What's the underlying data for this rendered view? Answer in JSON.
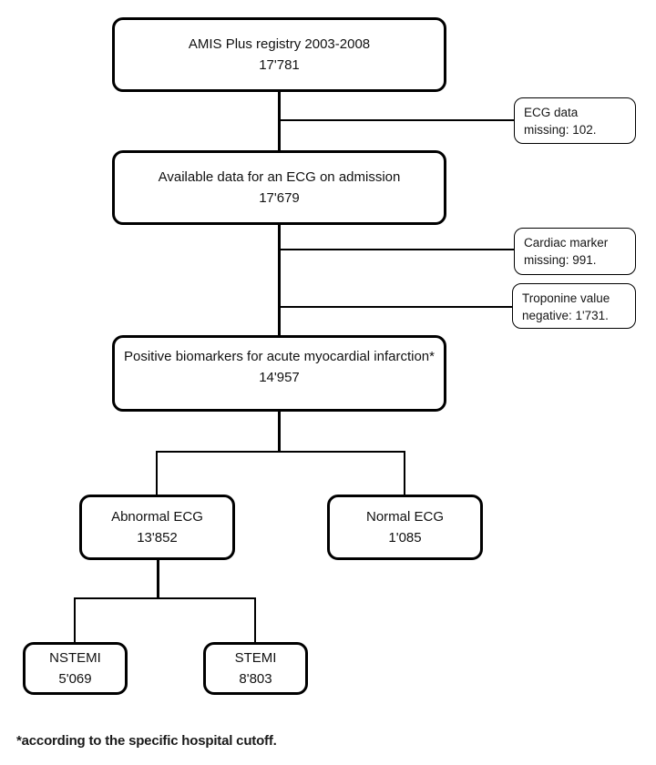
{
  "nodes": {
    "registry": {
      "label": "AMIS Plus registry 2003-2008",
      "value": "17'781"
    },
    "ecg_admission": {
      "label": "Available data for an ECG on admission",
      "value": "17'679"
    },
    "positive_biomarkers": {
      "label": "Positive biomarkers for acute myocardial infarction*",
      "value": "14'957"
    },
    "abnormal_ecg": {
      "label": "Abnormal ECG",
      "value": "13'852"
    },
    "normal_ecg": {
      "label": "Normal ECG",
      "value": "1'085"
    },
    "nstemi": {
      "label": "NSTEMI",
      "value": "5'069"
    },
    "stemi": {
      "label": "STEMI",
      "value": "8'803"
    }
  },
  "exclusions": {
    "ecg_missing": {
      "line1": "ECG data",
      "line2": "missing: 102."
    },
    "cardiac_marker_missing": {
      "line1": "Cardiac marker",
      "line2": "missing: 991."
    },
    "troponine_negative": {
      "line1": "Troponine value",
      "line2": "negative: 1'731."
    }
  },
  "footnote": "*according to the specific hospital cutoff.",
  "colors": {
    "line": "#000000",
    "background": "#ffffff",
    "text": "#111111"
  }
}
